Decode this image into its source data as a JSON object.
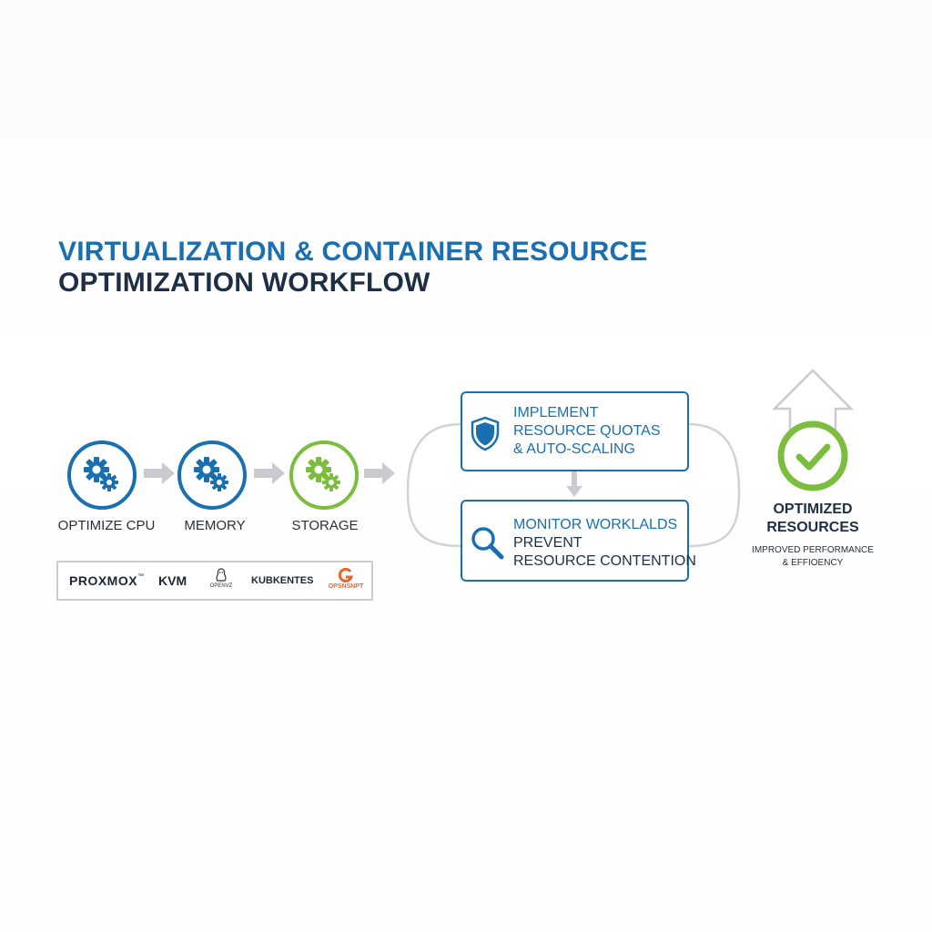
{
  "title": {
    "line1": "VIRTUALIZATION & CONTAINER RESOURCE",
    "line2": "OPTIMIZATION WORKFLOW"
  },
  "steps": [
    {
      "label": "OPTIMIZE CPU",
      "icon": "gears-icon",
      "color": "#1a6fb0"
    },
    {
      "label": "MEMORY",
      "icon": "gears-icon",
      "color": "#1a6fb0"
    },
    {
      "label": "STORAGE",
      "icon": "gears-icon",
      "color": "#7bbd3c"
    }
  ],
  "platforms": {
    "proxmox": "PROXMOX",
    "proxmox_mark": "™",
    "kvm": "KVM",
    "openvz": "OPENVZ",
    "kubernetes": "KUBKENTES",
    "opnsense": "OPSNSNPT"
  },
  "loop": {
    "box1": {
      "lines": [
        "IMPLEMENT",
        "RESOURCE QUOTAS",
        "& AUTO-SCALING"
      ],
      "icon": "shield-icon"
    },
    "box2": {
      "lines": [
        "MONITOR WORKLALDS",
        "PREVENT",
        "RESOURCE CONTENTION"
      ],
      "icon": "search-icon"
    }
  },
  "result": {
    "title_line1": "OPTIMIZED",
    "title_line2": "RESOURCES",
    "sub_line1": "IMPROVED PERFORMANCE",
    "sub_line2": "& EFFIOENCY",
    "icon": "check-circle-icon"
  },
  "colors": {
    "blue": "#1a6fb0",
    "navy": "#1e2f45",
    "green": "#7bbd3c",
    "gray": "#c8cbd0",
    "orange": "#e8652b"
  }
}
